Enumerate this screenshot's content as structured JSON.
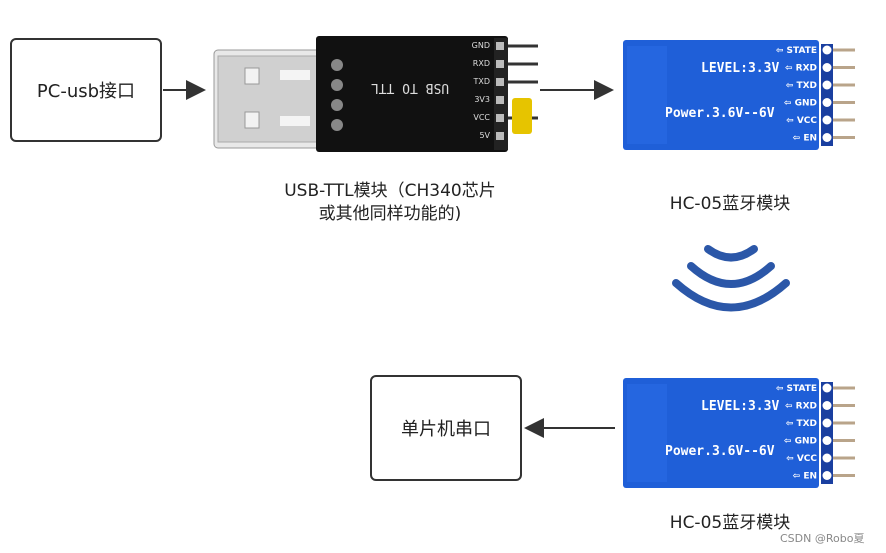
{
  "boxes": {
    "pc_usb": "PC-usb接口",
    "mcu_serial": "单片机串口"
  },
  "labels": {
    "usb_ttl_line1": "USB-TTL模块（CH340芯片",
    "usb_ttl_line2": "或其他同样功能的)",
    "hc05_top": "HC-05蓝牙模块",
    "hc05_bottom": "HC-05蓝牙模块"
  },
  "usb_ttl_board": {
    "text": "USB TO TTL",
    "pins": [
      "GND",
      "RXD",
      "TXD",
      "3V3",
      "VCC",
      "5V"
    ]
  },
  "hc05_board": {
    "level": "LEVEL:3.3V",
    "power": "Power.3.6V--6V",
    "pins": [
      "STATE",
      "RXD",
      "TXD",
      "GND",
      "VCC",
      "EN"
    ]
  },
  "watermark": "CSDN @Robo夏",
  "colors": {
    "wireless": "#2b57a8",
    "hc05_board": "#1f5fd8",
    "usb_board": "#111111"
  }
}
